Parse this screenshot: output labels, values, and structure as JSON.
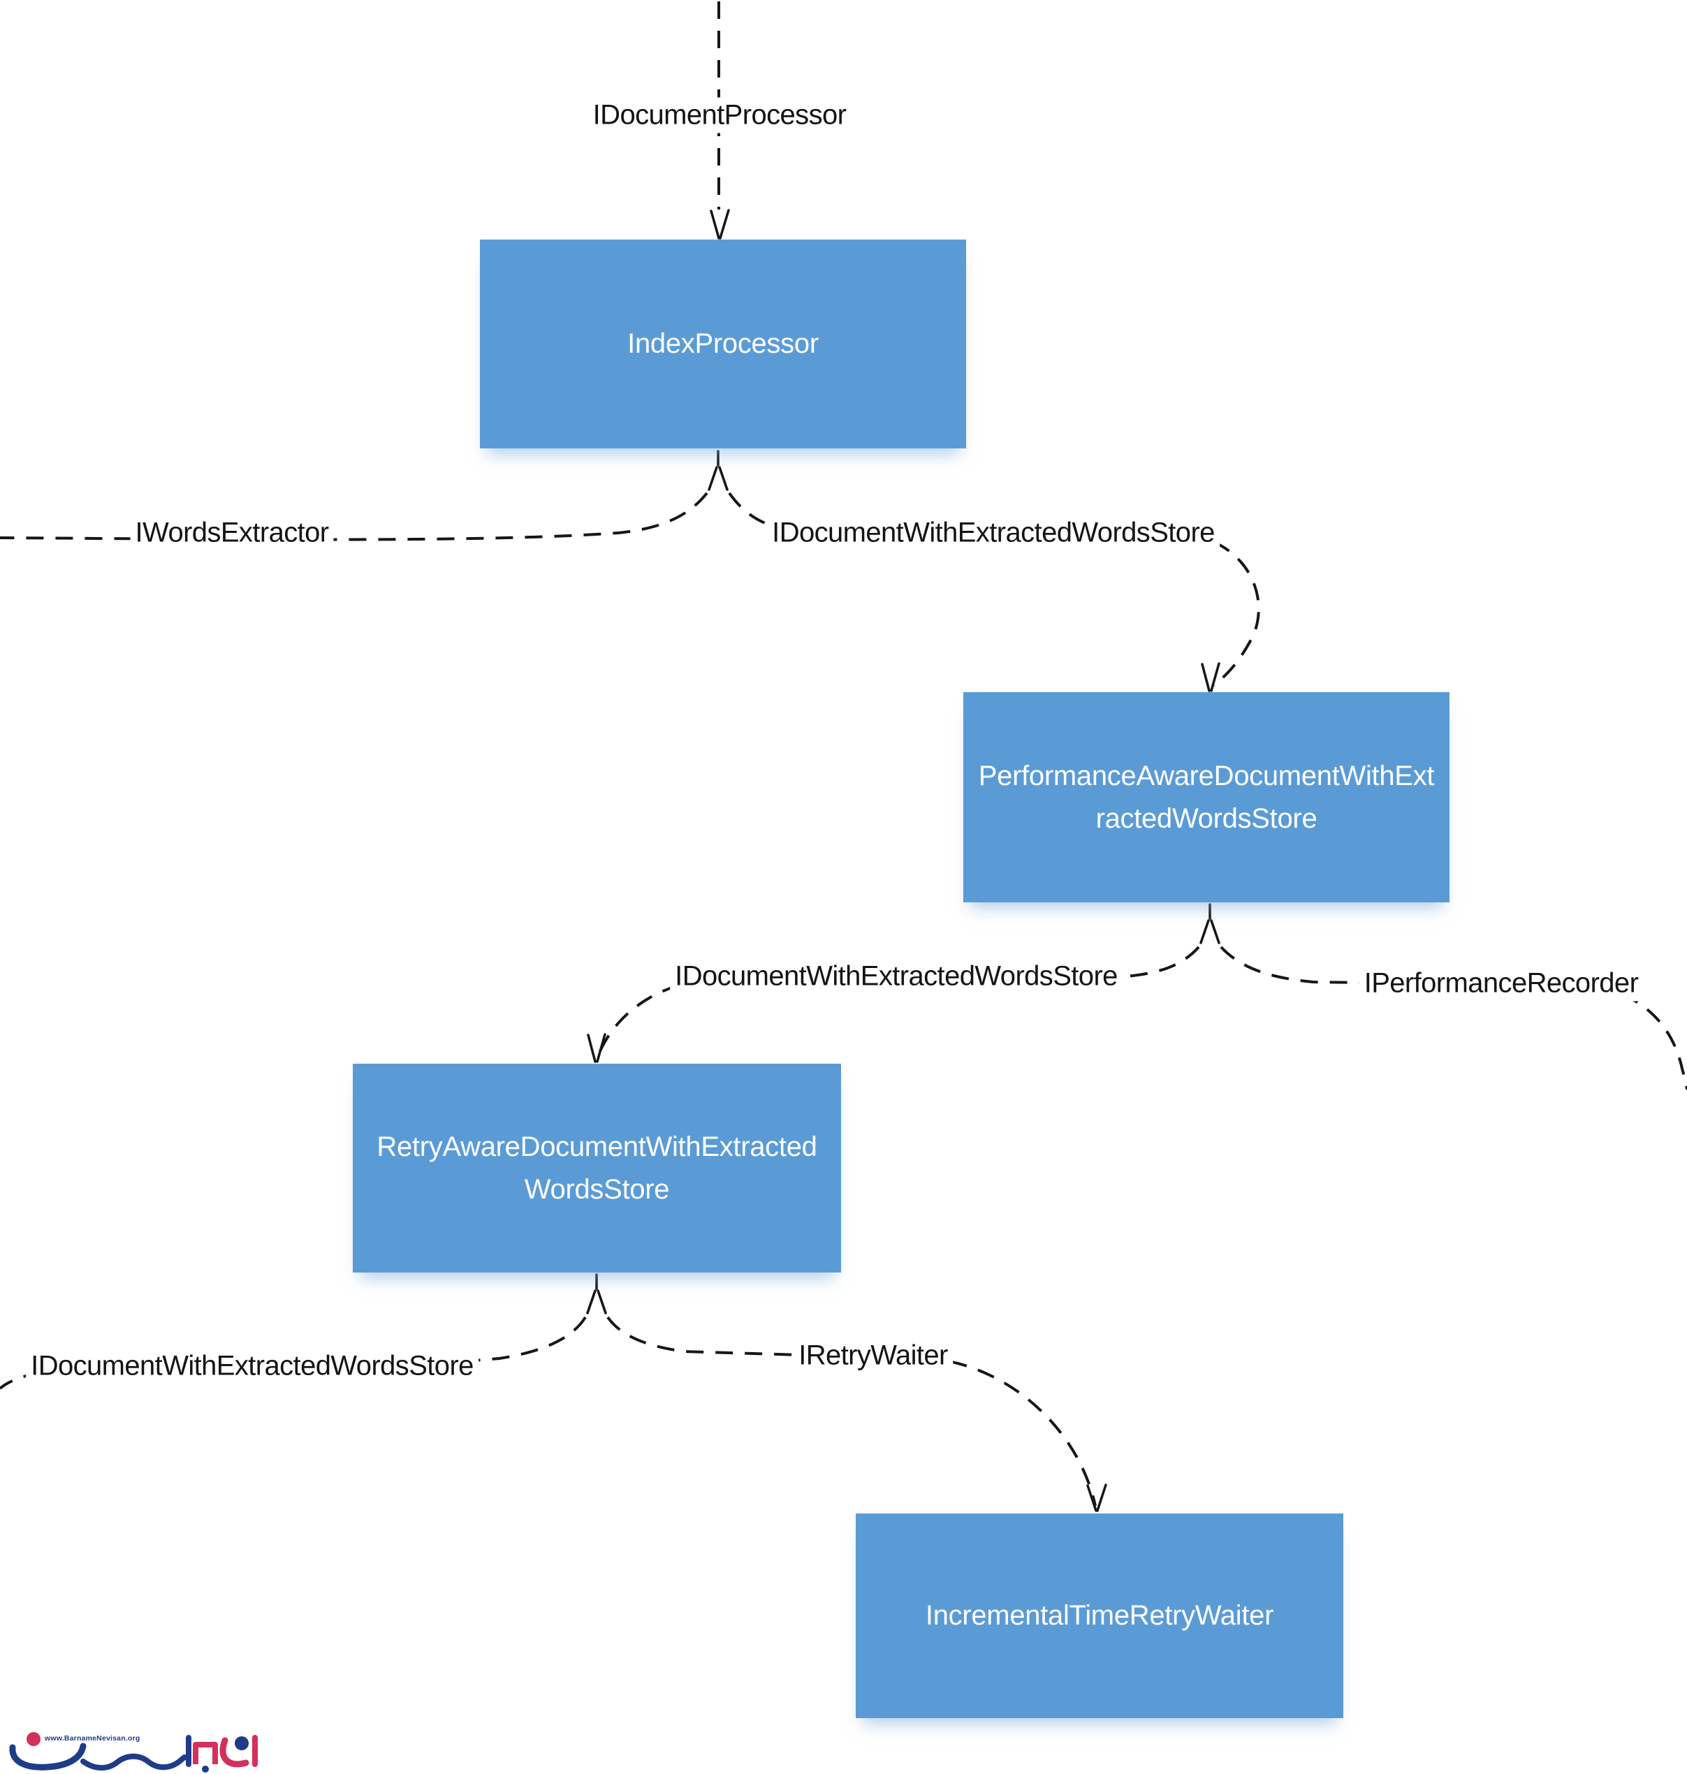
{
  "diagram": {
    "nodes": [
      {
        "name": "IndexProcessor",
        "lines": [
          "IndexProcessor"
        ]
      },
      {
        "name": "PerformanceAwareDocumentWithExtractedWordsStore",
        "lines": [
          "PerformanceAwareDocumentWithExt",
          "ractedWordsStore"
        ]
      },
      {
        "name": "RetryAwareDocumentWithExtractedWordsStore",
        "lines": [
          "RetryAwareDocumentWithExtracted",
          "WordsStore"
        ]
      },
      {
        "name": "IncrementalTimeRetryWaiter",
        "lines": [
          "IncrementalTimeRetryWaiter"
        ]
      }
    ],
    "edge_labels": [
      {
        "id": "document-processor",
        "text": "IDocumentProcessor"
      },
      {
        "id": "words-extractor",
        "text": "IWordsExtractor"
      },
      {
        "id": "document-with-extracted-words-store-top",
        "text": "IDocumentWithExtractedWordsStore"
      },
      {
        "id": "document-with-extracted-words-store-mid",
        "text": "IDocumentWithExtractedWordsStore"
      },
      {
        "id": "performance-recorder",
        "text": "IPerformanceRecorder"
      },
      {
        "id": "document-with-extracted-words-store-bottom",
        "text": "IDocumentWithExtractedWordsStore"
      },
      {
        "id": "retry-waiter",
        "text": "IRetryWaiter"
      }
    ],
    "colors": {
      "node_fill": "#5B9BD5",
      "node_text": "#FFFFFF",
      "edge_stroke": "#161616",
      "edge_label_text": "#141414",
      "logo_blue": "#1F3C88",
      "logo_red": "#D4305C"
    },
    "logo": {
      "url_text": "www.BarnameNevisan.org"
    }
  }
}
